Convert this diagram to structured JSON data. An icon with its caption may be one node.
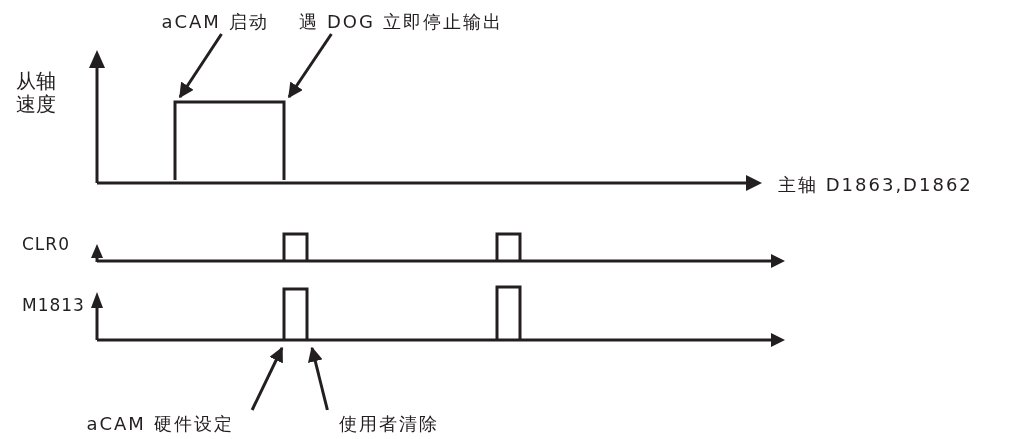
{
  "diagram": {
    "nodes": [
      {
        "text": [
          "aCAM 启动"
        ]
      },
      {
        "text": [
          "遇 DOG 立即停止输出"
        ]
      },
      {
        "text": [
          "aCAM 硬件设定"
        ]
      },
      {
        "text": [
          "使用者清除"
        ]
      },
      {
        "text": [],
        "shape": "pulse"
      },
      {
        "text": [],
        "shape": "pulse"
      }
    ],
    "edges": [
      {
        "from": 0,
        "to": 4,
        "arrow": "to"
      },
      {
        "from": 1,
        "to": 4,
        "arrow": "to"
      },
      {
        "from": 2,
        "to": 5,
        "arrow": "to"
      },
      {
        "from": 3,
        "to": 5,
        "arrow": "to"
      }
    ],
    "labels": [
      "从轴速度",
      "主轴 D1863,D1862",
      "CLR0",
      "M1813"
    ]
  }
}
